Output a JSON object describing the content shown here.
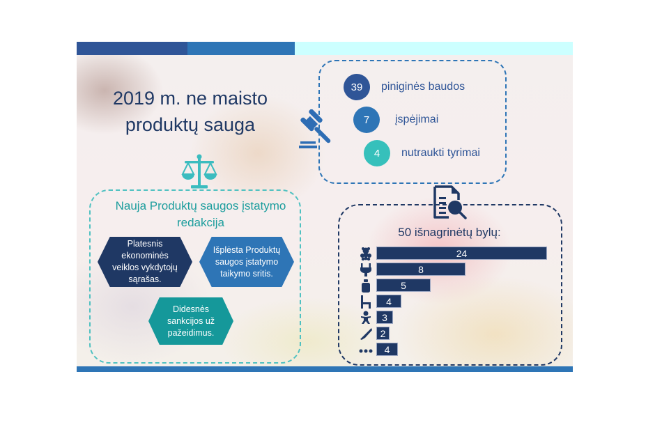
{
  "header": {
    "title_line1": "2019 m. ne maisto",
    "title_line2": "produktų sauga",
    "topbar_colors": [
      "#2f5597",
      "#2e75b6",
      "#ccffff"
    ]
  },
  "law": {
    "icon": "scales-icon",
    "heading": "Nauja Produktų saugos įstatymo redakcija",
    "items": [
      {
        "text": "Platesnis ekonominės veiklos vykdytojų sąrašas.",
        "color": "#1f3864"
      },
      {
        "text": "Išplėsta Produktų saugos įstatymo taikymo sritis.",
        "color": "#2e75b6"
      },
      {
        "text": "Didesnės sankcijos už pažeidimus.",
        "color": "#15989a"
      }
    ]
  },
  "penalties": {
    "icon": "gavel-icon",
    "items": [
      {
        "value": "39",
        "label": "piniginės baudos",
        "color": "#2f5597"
      },
      {
        "value": "7",
        "label": "įspėjimai",
        "color": "#2e75b6"
      },
      {
        "value": "4",
        "label": "nutraukti tyrimai",
        "color": "#36c0bb"
      }
    ]
  },
  "cases": {
    "icon": "document-search-icon",
    "title": "50 išnagrinėtų bylų:",
    "rows": [
      {
        "icon": "teddy-bear-icon",
        "value": "24"
      },
      {
        "icon": "plug-icon",
        "value": "8"
      },
      {
        "icon": "bottle-icon",
        "value": "5"
      },
      {
        "icon": "chair-icon",
        "value": "4"
      },
      {
        "icon": "baby-icon",
        "value": "3"
      },
      {
        "icon": "tube-icon",
        "value": "2"
      },
      {
        "icon": "more-icon",
        "value": "4"
      }
    ]
  },
  "chart_data": {
    "type": "bar",
    "title": "50 išnagrinėtų bylų:",
    "categories": [
      "teddy-bear (toys)",
      "plug (electrical)",
      "bottle",
      "chair (furniture)",
      "baby (childcare)",
      "tube (cosmetics)",
      "other"
    ],
    "values": [
      24,
      8,
      5,
      4,
      3,
      2,
      4
    ],
    "orientation": "horizontal",
    "xlabel": "",
    "ylabel": ""
  }
}
